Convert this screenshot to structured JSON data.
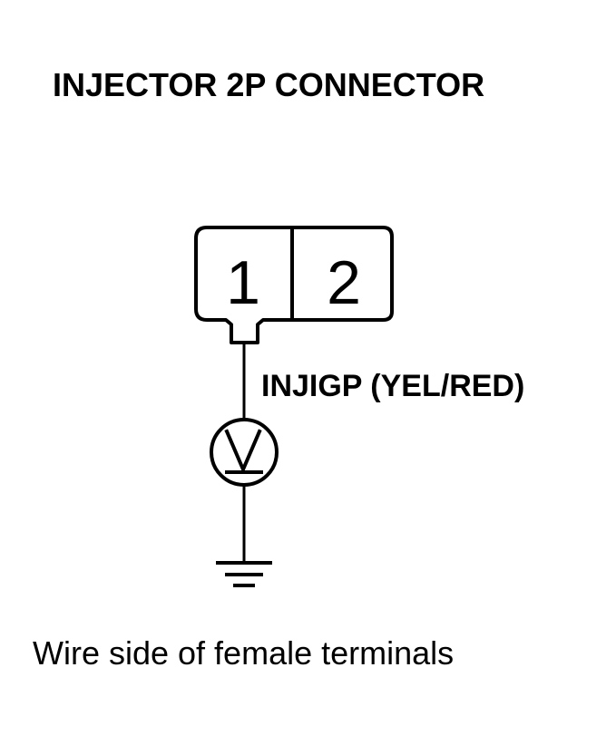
{
  "title": "INJECTOR 2P CONNECTOR",
  "connector": {
    "terminals": [
      "1",
      "2"
    ]
  },
  "wire_label": "INJIGP (YEL/RED)",
  "meter": {
    "symbol": "V"
  },
  "caption": "Wire side of female terminals"
}
